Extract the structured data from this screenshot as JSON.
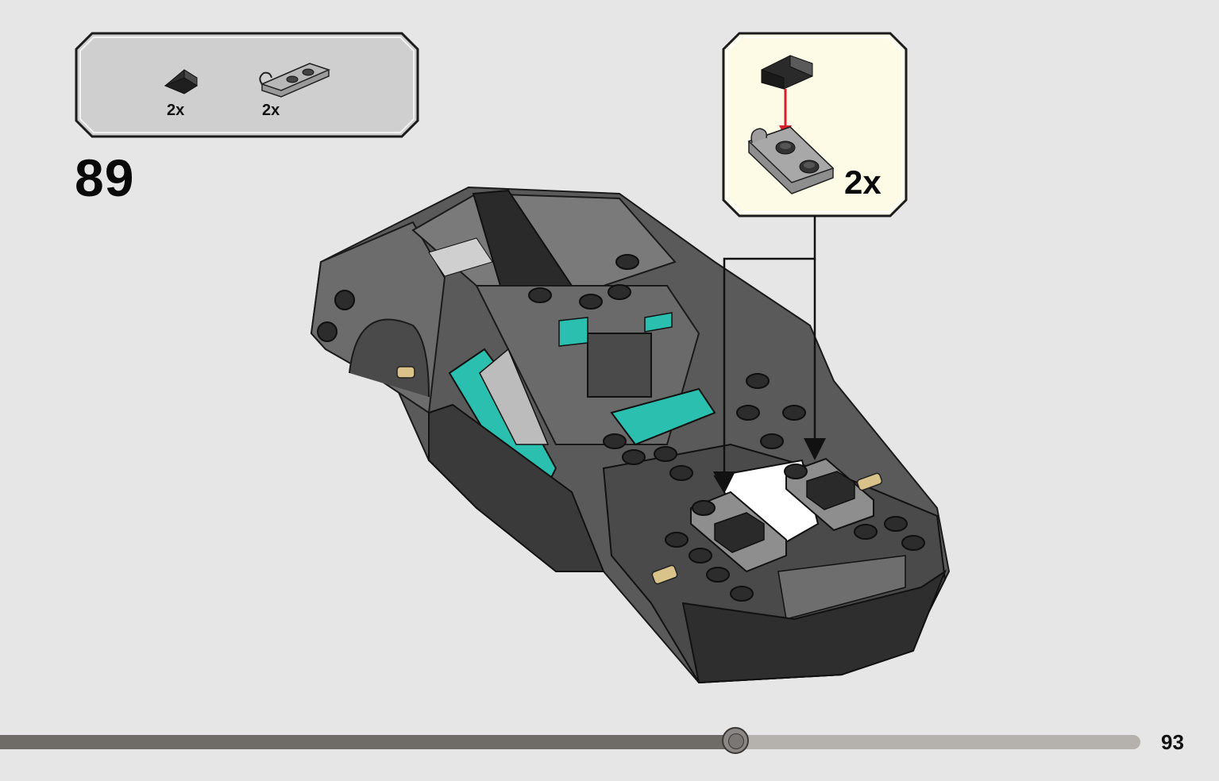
{
  "parts_list": {
    "items": [
      {
        "name": "slope-brick-black",
        "quantity": "2x"
      },
      {
        "name": "plate-with-clip-gray",
        "quantity": "2x"
      }
    ]
  },
  "step": {
    "number": "89"
  },
  "callout": {
    "quantity": "2x"
  },
  "progress": {
    "fraction": 0.645
  },
  "page": {
    "number": "93"
  },
  "colors": {
    "background": "#e6e6e6",
    "panel_fill": "#cfcfcf",
    "callout_fill": "#fdfbe6",
    "brick_dark": "#3b3b3b",
    "brick_gray": "#8c8c8c",
    "teal": "#2bbfb0",
    "arrow_red": "#d81e2a",
    "progress_done": "#6f6c68",
    "progress_remaining": "#b5b2ae"
  }
}
